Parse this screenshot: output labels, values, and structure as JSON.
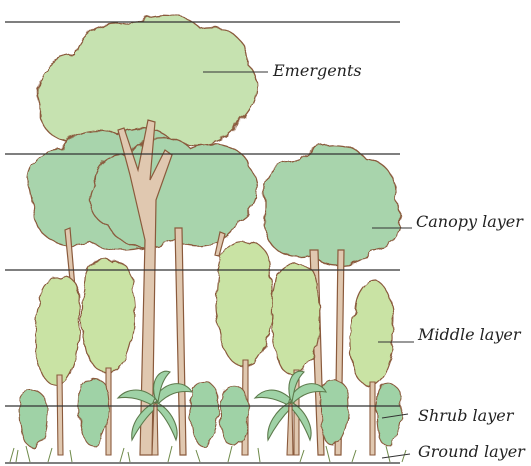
{
  "title": "",
  "labels": {
    "emergents": "Emergents",
    "canopy": "Canopy layer",
    "middle": "Middle layer",
    "shrub": "Shrub layer",
    "ground": "Ground layer"
  },
  "colors": {
    "emergent_foliage": "#c6e2b0",
    "canopy_foliage": "#a8d4ac",
    "middle_foliage": "#c9e3a4",
    "shrub_foliage": "#9fd2a6",
    "trunk": "#e0c8b0",
    "outline": "#8a5a3c",
    "layer_line": "#333333",
    "label_text": "#222222"
  }
}
